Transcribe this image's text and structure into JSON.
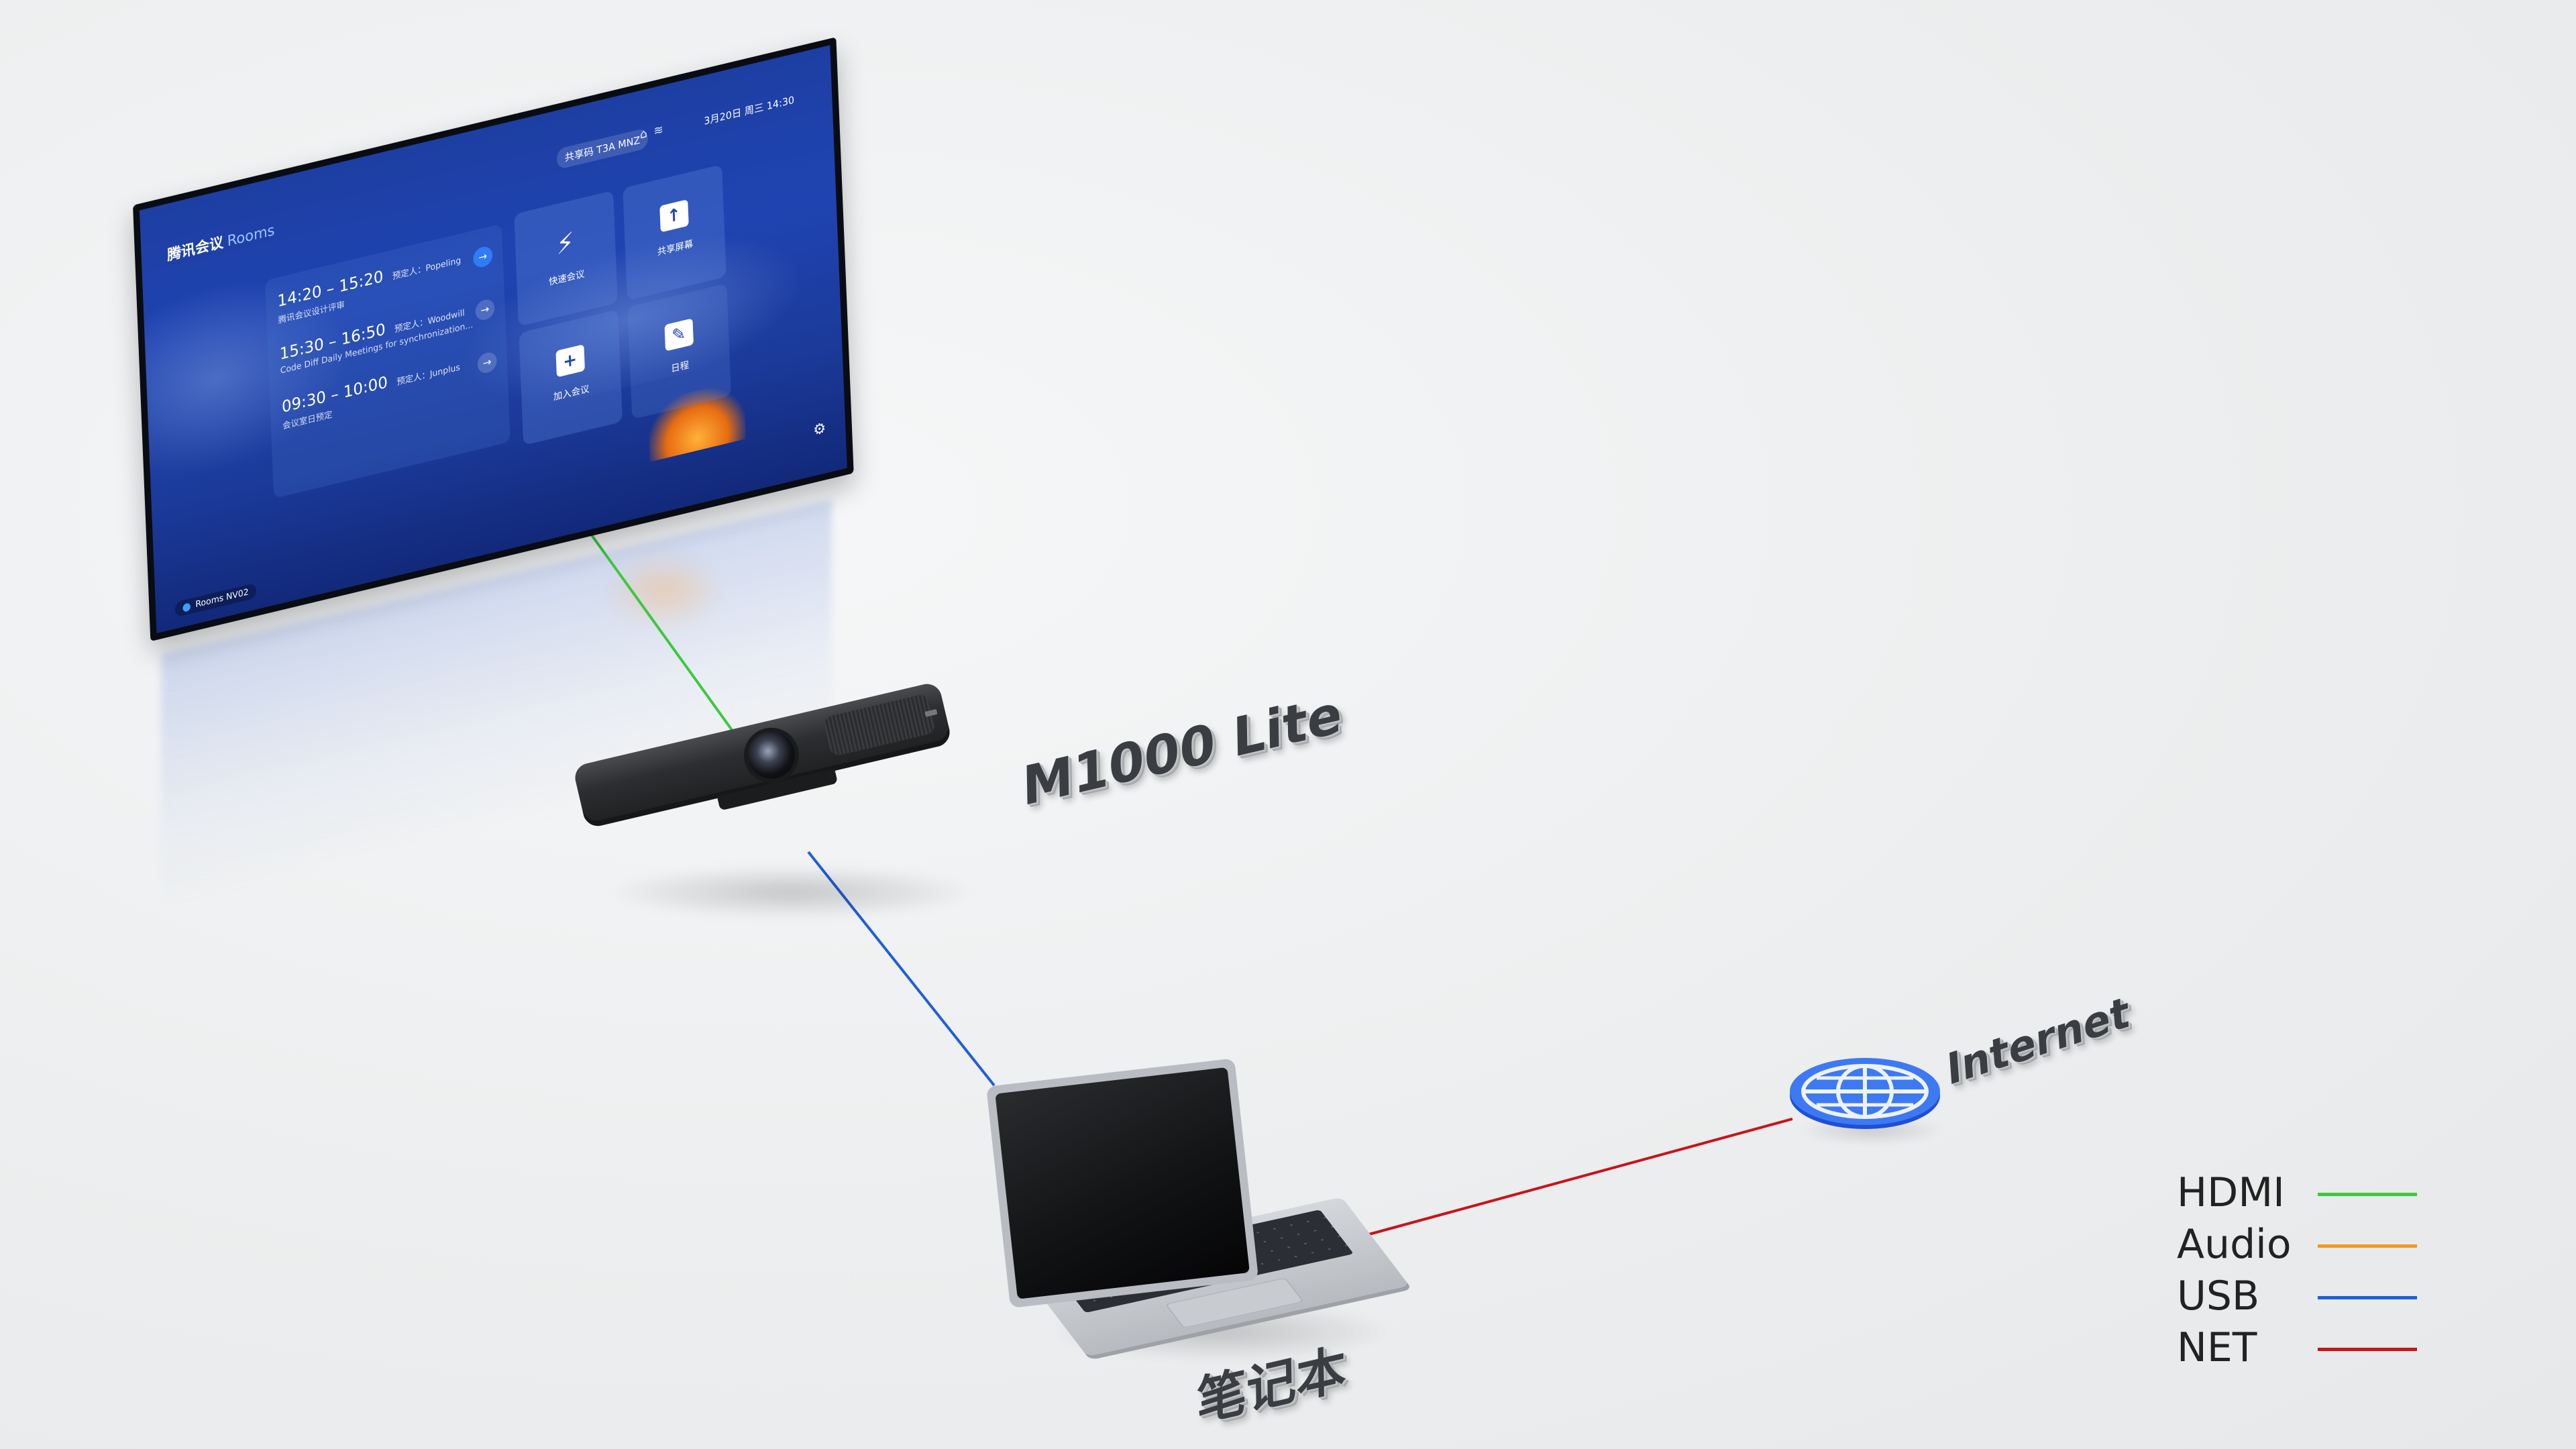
{
  "tv": {
    "brand": "腾讯会议",
    "brand_sub": "Rooms",
    "share_code": "共享码 T3A MNZ",
    "clock": "3月20日  周三  14:30",
    "meetings": [
      {
        "time": "14:20 – 15:20",
        "host": "预定人：Popeling",
        "topic": "腾讯会议设计评审"
      },
      {
        "time": "15:30 – 16:50",
        "host": "预定人：Woodwill",
        "topic": "Code Diff Daily Meetings for synchronization..."
      },
      {
        "time": "09:30 – 10:00",
        "host": "预定人：Junplus",
        "topic": "会议室日预定"
      }
    ],
    "tiles": {
      "quick": "快速会议",
      "share": "共享屏幕",
      "join": "加入会议",
      "schedule": "日程"
    },
    "device_name": "Rooms NV02"
  },
  "devices": {
    "bar_label": "M1000 Lite",
    "laptop_label": "笔记本",
    "internet_label": "Internet"
  },
  "legend": [
    {
      "name": "HDMI",
      "color": "#3ec83e"
    },
    {
      "name": "Audio",
      "color": "#f29a1e"
    },
    {
      "name": "USB",
      "color": "#1f5fd8"
    },
    {
      "name": "NET",
      "color": "#c8141a"
    }
  ],
  "icons": [
    "lightning-icon",
    "share-screen-icon",
    "chat-add-icon",
    "calendar-icon",
    "gear-icon",
    "globe-icon"
  ]
}
